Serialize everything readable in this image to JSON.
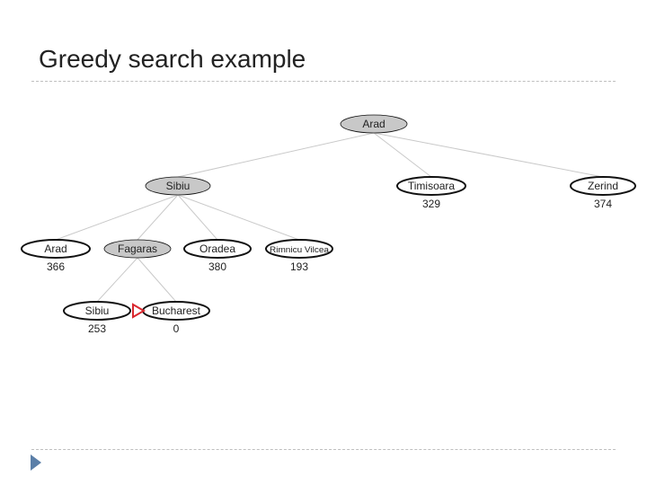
{
  "slide": {
    "title": "Greedy search example"
  },
  "tree": {
    "nodes": [
      {
        "id": "arad-root",
        "label": "Arad",
        "h": "",
        "expanded": true
      },
      {
        "id": "sibiu",
        "label": "Sibiu",
        "h": "",
        "expanded": true
      },
      {
        "id": "timisoara",
        "label": "Timisoara",
        "h": "329",
        "expanded": false
      },
      {
        "id": "zerind",
        "label": "Zerind",
        "h": "374",
        "expanded": false
      },
      {
        "id": "arad-leaf",
        "label": "Arad",
        "h": "366",
        "expanded": false
      },
      {
        "id": "fagaras",
        "label": "Fagaras",
        "h": "",
        "expanded": true
      },
      {
        "id": "oradea",
        "label": "Oradea",
        "h": "380",
        "expanded": false
      },
      {
        "id": "rimnicu",
        "label": "Rimnicu Vilcea",
        "h": "193",
        "expanded": false
      },
      {
        "id": "sibiu-leaf",
        "label": "Sibiu",
        "h": "253",
        "expanded": false
      },
      {
        "id": "bucharest",
        "label": "Bucharest",
        "h": "0",
        "expanded": false,
        "goal": true
      }
    ],
    "edges": [
      [
        "arad-root",
        "sibiu"
      ],
      [
        "arad-root",
        "timisoara"
      ],
      [
        "arad-root",
        "zerind"
      ],
      [
        "sibiu",
        "arad-leaf"
      ],
      [
        "sibiu",
        "fagaras"
      ],
      [
        "sibiu",
        "oradea"
      ],
      [
        "sibiu",
        "rimnicu"
      ],
      [
        "fagaras",
        "sibiu-leaf"
      ],
      [
        "fagaras",
        "bucharest"
      ]
    ],
    "colors": {
      "expanded": "#c8c8c8",
      "leaf": "#ffffff",
      "edge": "#c9c9c9",
      "marker": "#d9282f"
    }
  }
}
